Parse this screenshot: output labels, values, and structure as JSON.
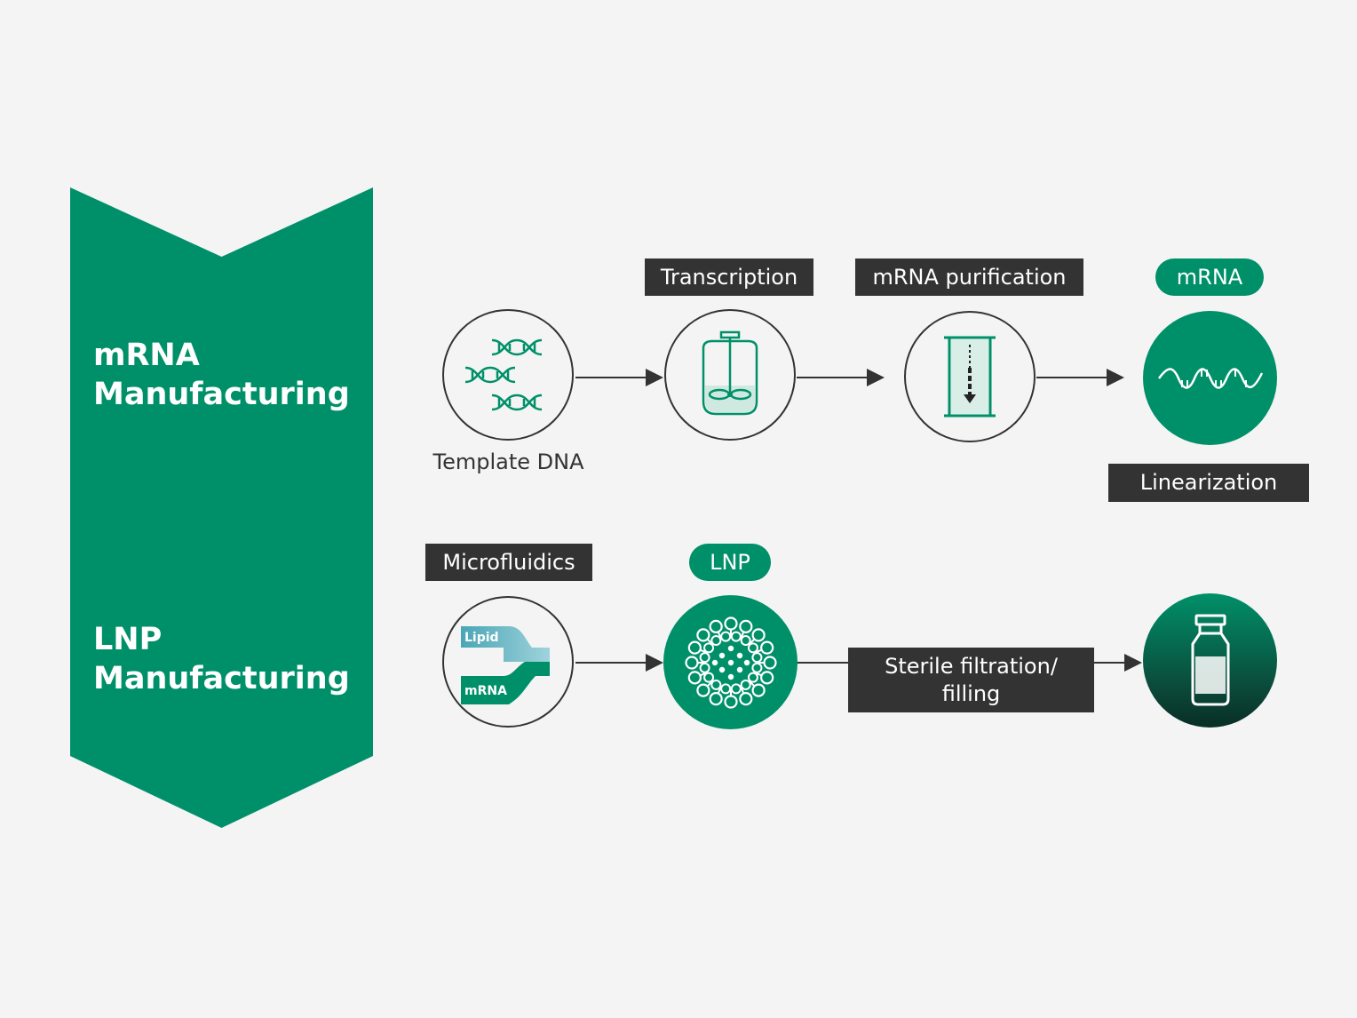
{
  "sections": {
    "mrna_title": "mRNA\nManufacturing",
    "lnp_title": "LNP\nManufacturing"
  },
  "mrna_row": {
    "template_caption": "Template DNA",
    "transcription_label": "Transcription",
    "purification_label": "mRNA purification",
    "mrna_pill": "mRNA",
    "linearization_label": "Linearization"
  },
  "lnp_row": {
    "microfluidics_label": "Microfluidics",
    "lnp_pill": "LNP",
    "lipid_text": "Lipid",
    "mrna_text": "mRNA",
    "filtration_label": "Sterile filtration/\nfilling"
  },
  "colors": {
    "brand_green": "#009069",
    "dark_label": "#333333",
    "background": "#f4f4f4"
  },
  "icons": [
    "dna-icon",
    "bioreactor-icon",
    "purification-column-icon",
    "mrna-strand-icon",
    "microfluidic-mixer-icon",
    "lipid-nanoparticle-icon",
    "vial-icon"
  ]
}
